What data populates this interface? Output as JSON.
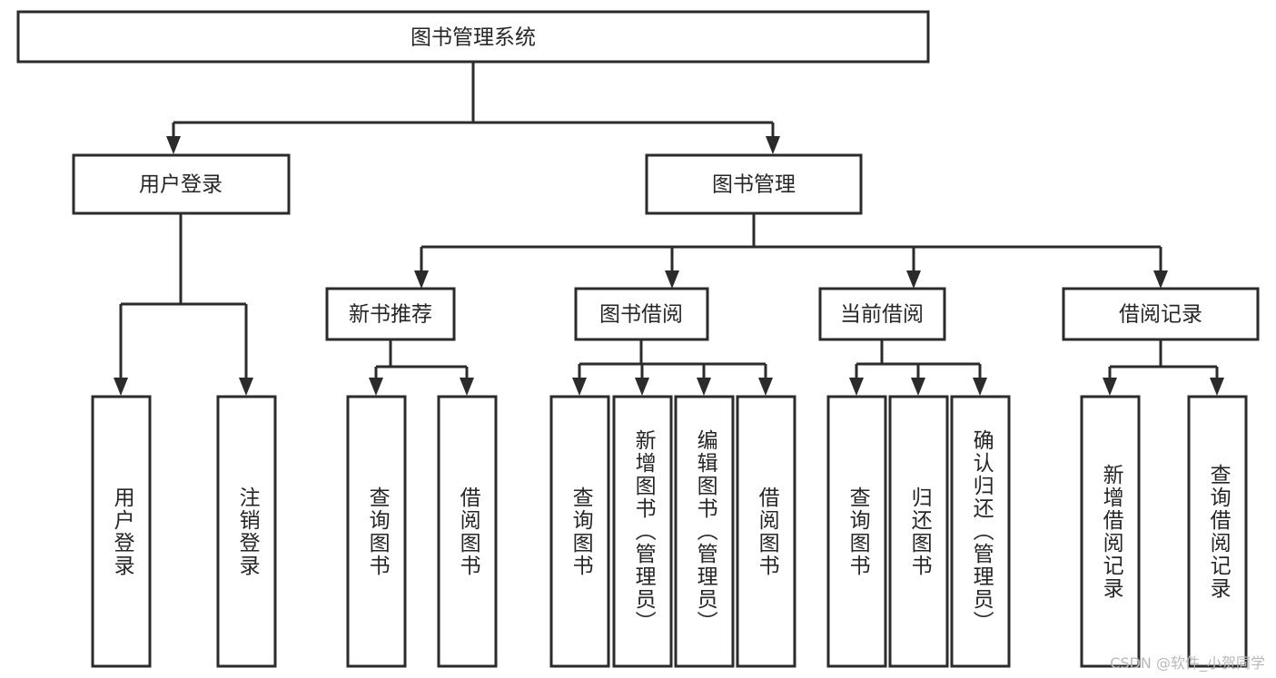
{
  "diagram": {
    "type": "tree",
    "orientation": "top-down",
    "root": {
      "id": "root",
      "label": "图书管理系统"
    },
    "level1": [
      {
        "id": "user-login",
        "label": "用户登录"
      },
      {
        "id": "book-manage",
        "label": "图书管理"
      }
    ],
    "level2": [
      {
        "id": "new-book-rec",
        "label": "新书推荐",
        "parent": "book-manage"
      },
      {
        "id": "book-borrow",
        "label": "图书借阅",
        "parent": "book-manage"
      },
      {
        "id": "current-borrow",
        "label": "当前借阅",
        "parent": "book-manage"
      },
      {
        "id": "borrow-record",
        "label": "借阅记录",
        "parent": "book-manage"
      }
    ],
    "leaves": [
      {
        "id": "leaf-user-login",
        "label": "用户登录",
        "parent": "user-login"
      },
      {
        "id": "leaf-logout",
        "label": "注销登录",
        "parent": "user-login"
      },
      {
        "id": "leaf-query-book-1",
        "label": "查询图书",
        "parent": "new-book-rec"
      },
      {
        "id": "leaf-borrow-book-1",
        "label": "借阅图书",
        "parent": "new-book-rec"
      },
      {
        "id": "leaf-query-book-2",
        "label": "查询图书",
        "parent": "book-borrow"
      },
      {
        "id": "leaf-add-book",
        "label": "新增图书（管理员）",
        "parent": "book-borrow"
      },
      {
        "id": "leaf-edit-book",
        "label": "编辑图书（管理员）",
        "parent": "book-borrow"
      },
      {
        "id": "leaf-borrow-book-2",
        "label": "借阅图书",
        "parent": "book-borrow"
      },
      {
        "id": "leaf-query-book-3",
        "label": "查询图书",
        "parent": "current-borrow"
      },
      {
        "id": "leaf-return-book",
        "label": "归还图书",
        "parent": "current-borrow"
      },
      {
        "id": "leaf-confirm-return",
        "label": "确认归还（管理员）",
        "parent": "current-borrow"
      },
      {
        "id": "leaf-add-record",
        "label": "新增借阅记录",
        "parent": "borrow-record"
      },
      {
        "id": "leaf-query-record",
        "label": "查询借阅记录",
        "parent": "borrow-record"
      }
    ],
    "colors": {
      "stroke": "#2b2b2b",
      "fill": "#ffffff",
      "text": "#262626",
      "watermark": "#b9b9b9"
    }
  },
  "watermark": {
    "text": "CSDN @软件_小贺同学"
  }
}
